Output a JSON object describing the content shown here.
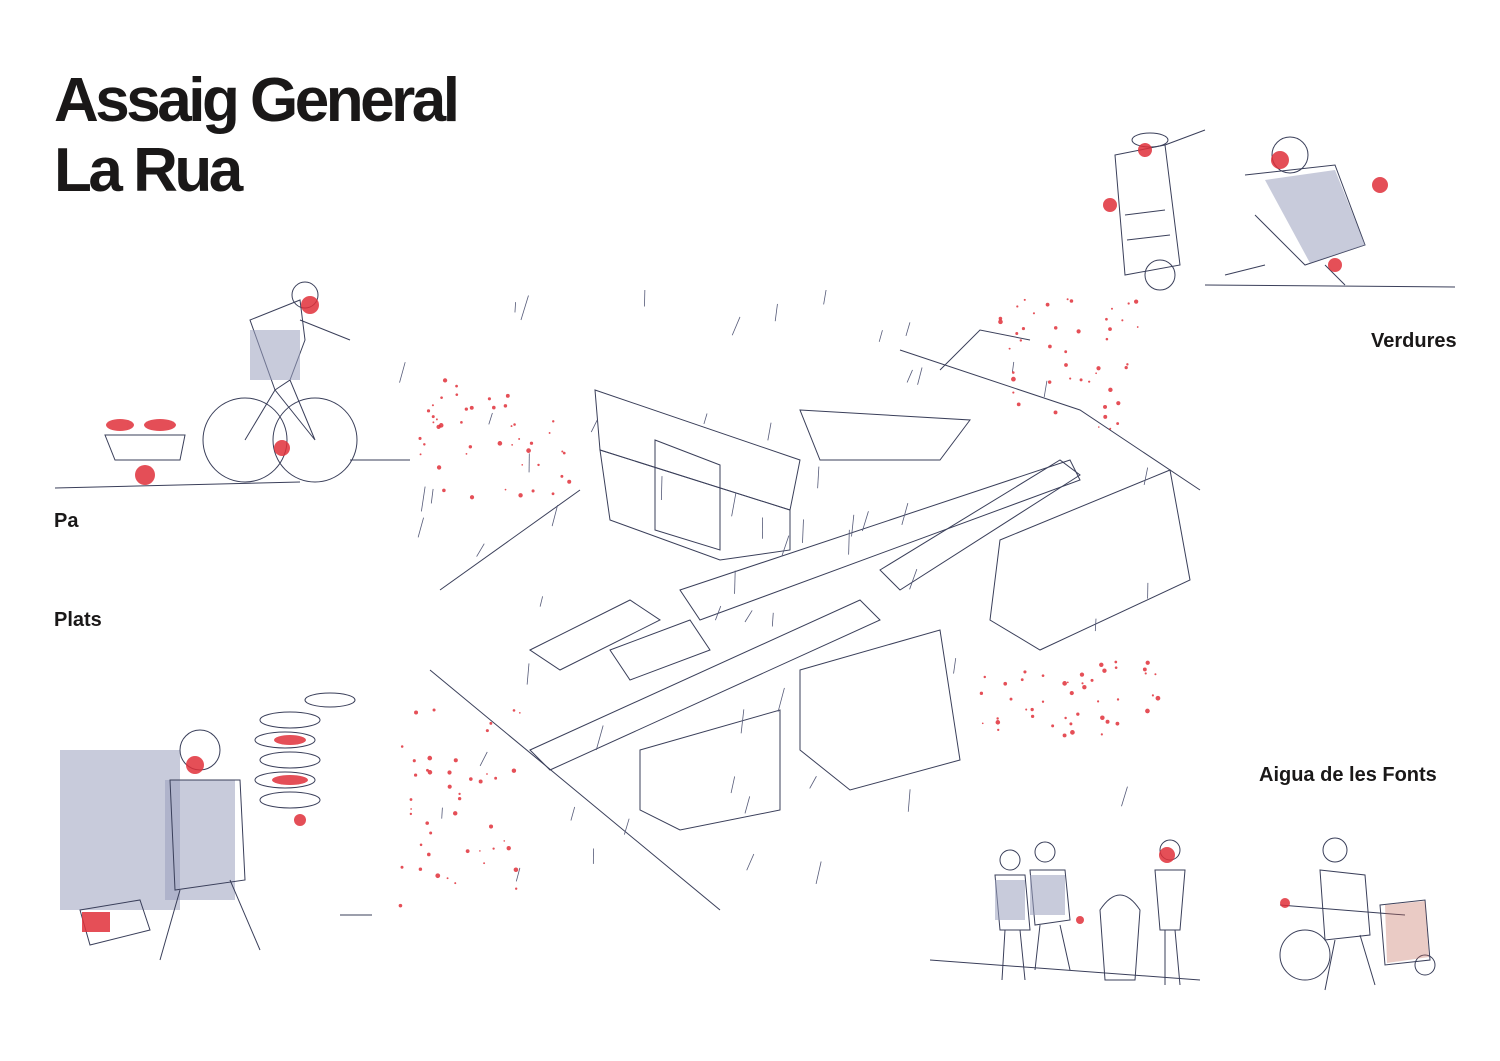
{
  "title": {
    "line1": "Assaig General",
    "line2": "La Rua"
  },
  "labels": {
    "pa": "Pa",
    "plats": "Plats",
    "verdures": "Verdures",
    "aigua": "Aigua de les Fonts"
  },
  "colors": {
    "ink": "#3a3f5a",
    "accent_red": "#e0303a",
    "text": "#1a1818"
  }
}
